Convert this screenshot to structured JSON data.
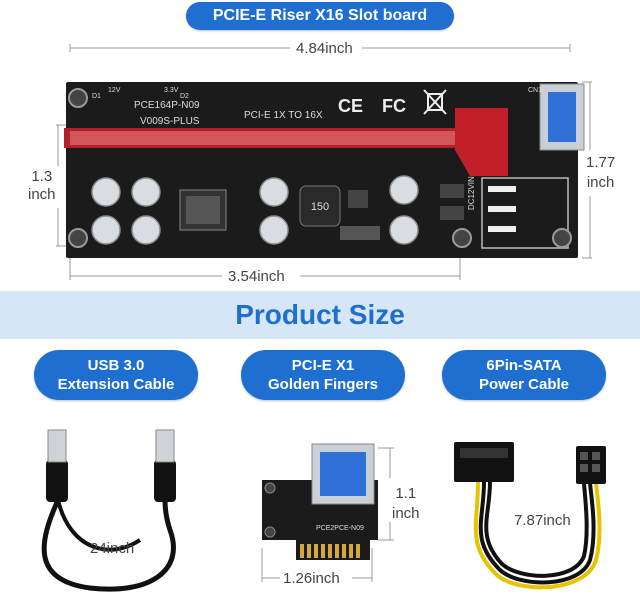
{
  "header": {
    "title": "PCIE-E Riser X16 Slot board"
  },
  "board": {
    "width_label": "4.84inch",
    "height_left_label_line1": "1.3",
    "height_left_label_line2": "inch",
    "height_right_label_line1": "1.77",
    "height_right_label_line2": "inch",
    "bottom_label": "3.54inch",
    "silk_model": "PCE164P-N09",
    "silk_version": "V009S-PLUS",
    "silk_slot": "PCI-E 1X TO 16X",
    "silk_12v": "12V",
    "silk_33v": "3.3V",
    "silk_d1": "D1",
    "silk_d2": "D2",
    "silk_inductor": "150",
    "silk_power": "DC12VIN",
    "silk_cn1": "CN1",
    "cert_ce": "CE",
    "cert_fc": "FC"
  },
  "band": {
    "title": "Product Size"
  },
  "products": [
    {
      "line1": "USB 3.0",
      "line2": "Extension Cable",
      "measure": "24inch"
    },
    {
      "line1": "PCI-E X1",
      "line2": "Golden Fingers",
      "measure_w": "1.26inch",
      "measure_h1": "1.1",
      "measure_h2": "inch",
      "silk": "PCE2PCE-N09"
    },
    {
      "line1": "6Pin-SATA",
      "line2": "Power Cable",
      "measure": "7.87inch"
    }
  ],
  "colors": {
    "accent": "#1f6fd1",
    "board": "#1a1a1a",
    "slot": "#b3202a",
    "band": "#d6e6f7"
  }
}
